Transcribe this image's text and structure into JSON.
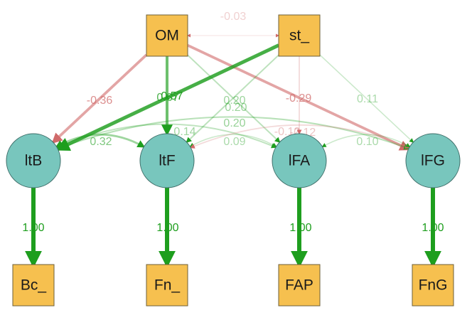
{
  "colors": {
    "manifest_fill": "#f6c04f",
    "manifest_stroke": "#6e5f3a",
    "latent_fill": "#78c6bd",
    "latent_stroke": "#3f6e69",
    "positive": "#1e9e1e",
    "negative": "#d06a6a"
  },
  "nodes": {
    "om": {
      "label": "OM",
      "shape": "rect"
    },
    "st": {
      "label": "st_",
      "shape": "rect"
    },
    "itb": {
      "label": "ltB",
      "shape": "circle"
    },
    "itf": {
      "label": "ltF",
      "shape": "circle"
    },
    "ifa": {
      "label": "lFA",
      "shape": "circle"
    },
    "ifg": {
      "label": "lFG",
      "shape": "circle"
    },
    "bc": {
      "label": "Bc_",
      "shape": "rect"
    },
    "fn": {
      "label": "Fn_",
      "shape": "rect"
    },
    "fap": {
      "label": "FAP",
      "shape": "rect"
    },
    "fng": {
      "label": "FnG",
      "shape": "rect"
    }
  },
  "edges": {
    "om_st": {
      "label": "-0.03",
      "sign": "negative",
      "strength": 0.05
    },
    "om_itb": {
      "label": "-0.36",
      "sign": "negative",
      "strength": 0.55
    },
    "om_itf": {
      "label": "0.67",
      "sign": "positive",
      "strength": 0.6
    },
    "om_ifa": {
      "label": "0.20",
      "sign": "positive",
      "strength": 0.2
    },
    "om_ifg": {
      "label": "-0.29",
      "sign": "negative",
      "strength": 0.55
    },
    "st_itb": {
      "label": "0.57",
      "sign": "positive",
      "strength": 0.8
    },
    "st_itf": {
      "label": "0.20",
      "sign": "positive",
      "strength": 0.2
    },
    "st_ifa": {
      "label": "-0.12",
      "sign": "negative",
      "strength": 0.15
    },
    "st_ifg": {
      "label": "0.11",
      "sign": "positive",
      "strength": 0.12
    },
    "itb_itf": {
      "label": "0.32",
      "sign": "positive",
      "strength": 0.35
    },
    "itb_ifa": {
      "label": "0.14",
      "sign": "positive",
      "strength": 0.18
    },
    "itb_ifg": {
      "label": "0.20",
      "sign": "positive",
      "strength": 0.22
    },
    "itf_ifa": {
      "label": "0.09",
      "sign": "positive",
      "strength": 0.12
    },
    "itf_ifg": {
      "label": "-0.12",
      "sign": "negative",
      "strength": 0.15
    },
    "ifa_ifg": {
      "label": "0.10",
      "sign": "positive",
      "strength": 0.12
    },
    "itb_bc": {
      "label": "1.00",
      "sign": "positive",
      "strength": 1
    },
    "itf_fn": {
      "label": "1.00",
      "sign": "positive",
      "strength": 1
    },
    "ifa_fap": {
      "label": "1.00",
      "sign": "positive",
      "strength": 1
    },
    "ifg_fng": {
      "label": "1.00",
      "sign": "positive",
      "strength": 1
    }
  }
}
